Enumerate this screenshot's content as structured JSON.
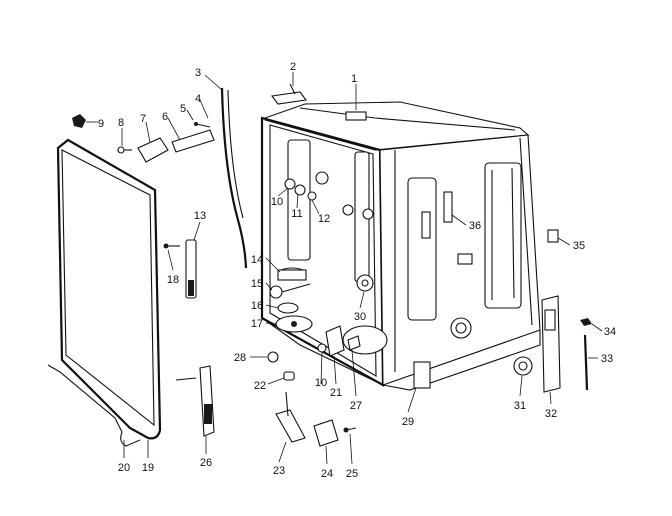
{
  "diagram": {
    "labels": [
      "1",
      "2",
      "3",
      "4",
      "5",
      "6",
      "7",
      "8",
      "9",
      "10",
      "11",
      "12",
      "13",
      "14",
      "15",
      "16",
      "17",
      "18",
      "19",
      "20",
      "21",
      "22",
      "23",
      "24",
      "25",
      "26",
      "27",
      "28",
      "29",
      "30",
      "31",
      "32",
      "33",
      "34",
      "35",
      "36",
      "10"
    ]
  }
}
